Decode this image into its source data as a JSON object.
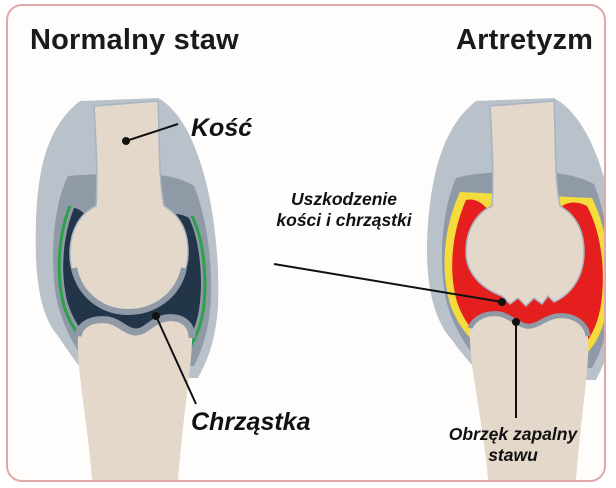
{
  "titles": {
    "normal": "Normalny staw",
    "arthritis": "Artretyzm"
  },
  "labels": {
    "bone": "Kość",
    "cartilage": "Chrząstka",
    "damage_line1": "Uszkodzenie",
    "damage_line2": "kości i chrząstki",
    "swelling_line1": "Obrzęk zapalny",
    "swelling_line2": "stawu"
  },
  "colors": {
    "frame_border": "#e0a8a8",
    "bone": "#e4d8cb",
    "capsule": "#8f9aa6",
    "capsule_light": "#b9c2cb",
    "cartilage_space": "#233549",
    "membrane_normal": "#2aa24a",
    "inflammation": "#e51e1e",
    "membrane_inflamed": "#f3dc3c"
  }
}
